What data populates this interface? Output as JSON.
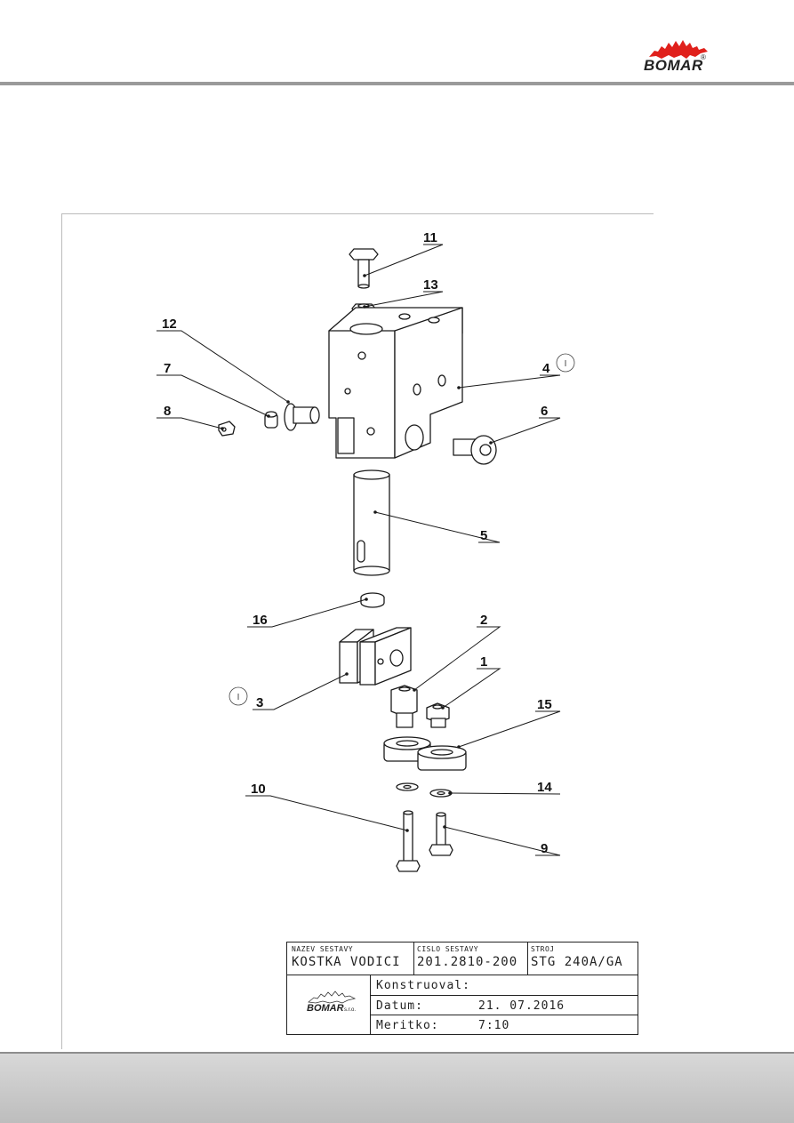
{
  "brand": {
    "name": "BOMAR",
    "registered": "®",
    "color": "#e0201b"
  },
  "callouts": [
    "1",
    "2",
    "3",
    "4",
    "5",
    "6",
    "7",
    "8",
    "9",
    "10",
    "11",
    "12",
    "13",
    "14",
    "15",
    "16"
  ],
  "revision_marks": {
    "part4": "I",
    "part3": "I"
  },
  "title_block": {
    "assembly_name_label": "NAZEV SESTAVY",
    "assembly_name": "KOSTKA VODICI",
    "assembly_number_label": "CISLO SESTAVY",
    "assembly_number": "201.2810-200",
    "machine_label": "STROJ",
    "machine": "STG 240A/GA",
    "designer_label": "Konstruoval:",
    "designer": "",
    "date_label": "Datum:",
    "date": "21. 07.2016",
    "scale_label": "Meritko:",
    "scale": "7:10",
    "logo_text": "BOMAR",
    "logo_suffix": "s.r.o."
  }
}
